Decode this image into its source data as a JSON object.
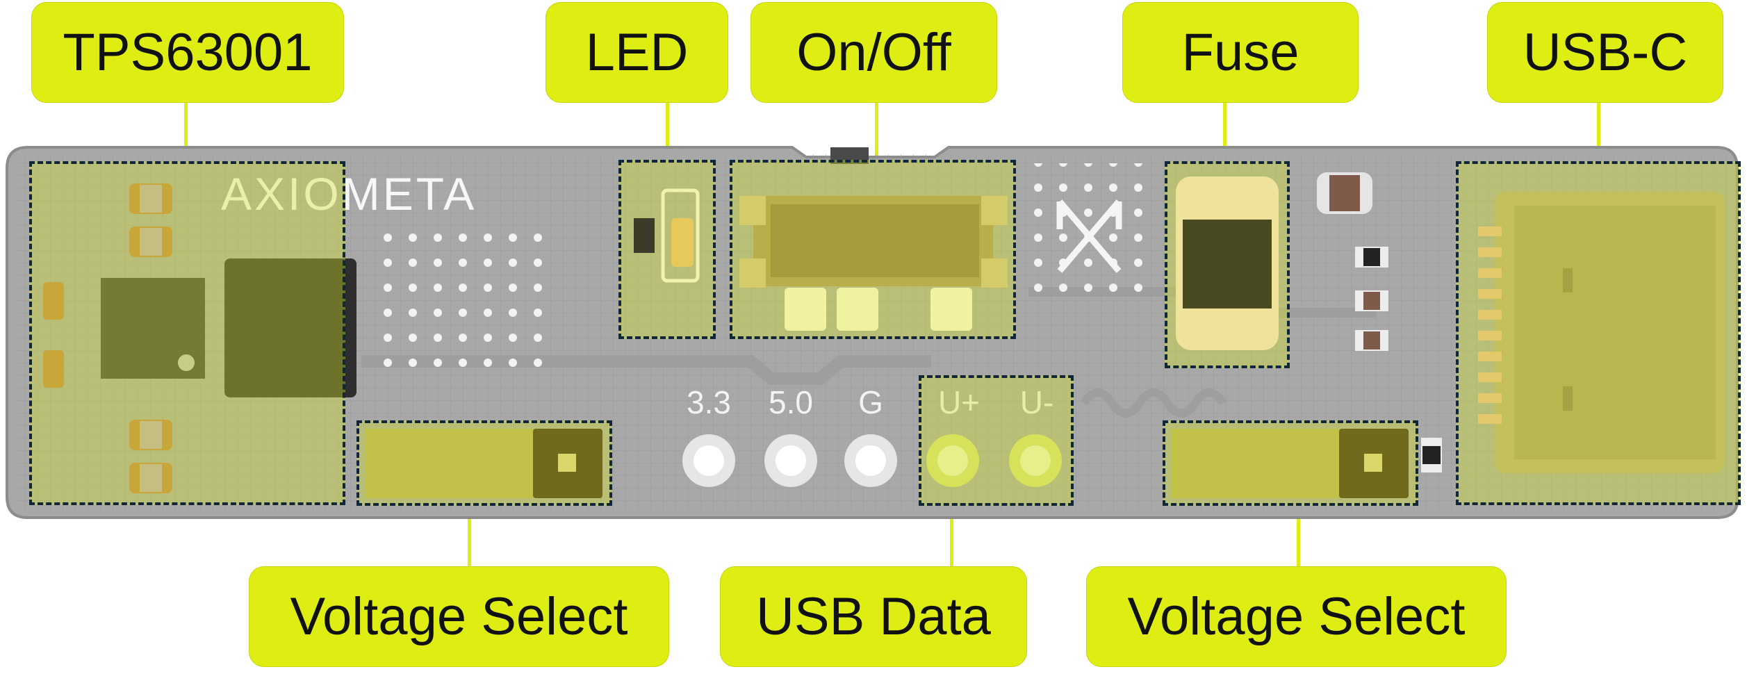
{
  "callouts": {
    "tps": "TPS63001",
    "led": "LED",
    "onoff": "On/Off",
    "fuse": "Fuse",
    "usbc": "USB-C",
    "vsel_left": "Voltage Select",
    "usbdata": "USB Data",
    "vsel_right": "Voltage Select"
  },
  "board": {
    "brand": "AXIOMETA",
    "pads": {
      "p33": "3.3",
      "p50": "5.0",
      "pg": "G",
      "pup": "U+",
      "pum": "U-"
    }
  },
  "colors": {
    "callout_bg": "#dfee12",
    "board": "#a9a9a9",
    "highlight": "#d6e628",
    "dash": "#12263a"
  }
}
